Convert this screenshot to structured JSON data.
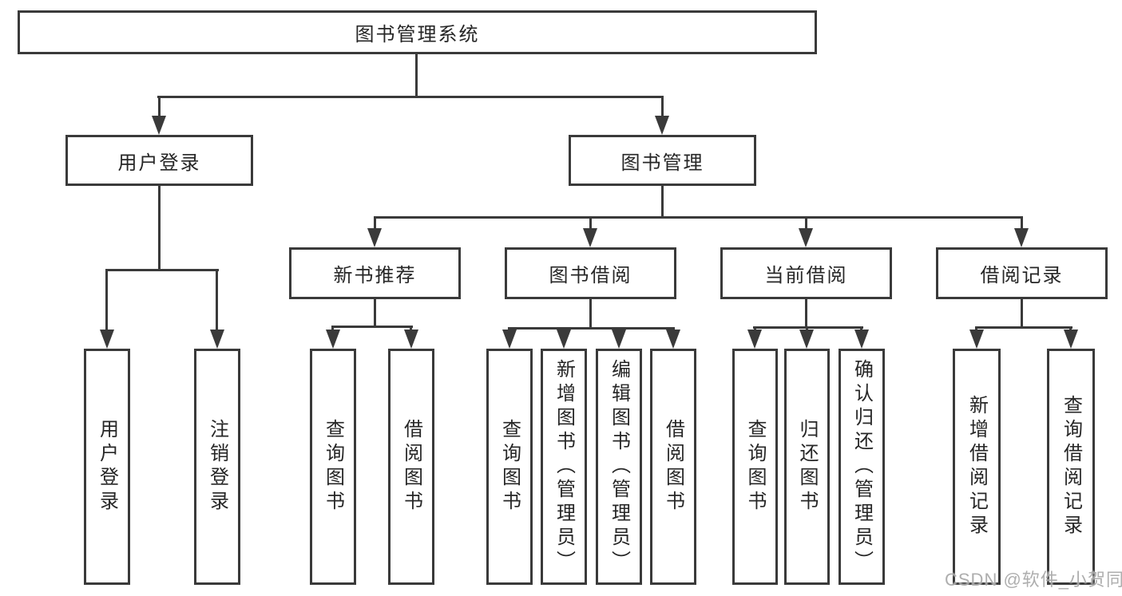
{
  "tree": {
    "root": {
      "label": "图书管理系统"
    },
    "branches": [
      {
        "label": "用户登录",
        "children": [
          {
            "label": "用户登录"
          },
          {
            "label": "注销登录"
          }
        ]
      },
      {
        "label": "图书管理",
        "children": [
          {
            "label": "新书推荐",
            "children": [
              {
                "label": "查询图书"
              },
              {
                "label": "借阅图书"
              }
            ]
          },
          {
            "label": "图书借阅",
            "children": [
              {
                "label": "查询图书"
              },
              {
                "label": "新增图书（管理员）"
              },
              {
                "label": "编辑图书（管理员）"
              },
              {
                "label": "借阅图书"
              }
            ]
          },
          {
            "label": "当前借阅",
            "children": [
              {
                "label": "查询图书"
              },
              {
                "label": "归还图书"
              },
              {
                "label": "确认归还（管理员）"
              }
            ]
          },
          {
            "label": "借阅记录",
            "children": [
              {
                "label": "新增借阅记录"
              },
              {
                "label": "查询借阅记录"
              }
            ]
          }
        ]
      }
    ]
  },
  "watermark": "CSDN @软件_小贺同学",
  "colors": {
    "line": "#3a3a3a",
    "text": "#262626",
    "background": "#ffffff",
    "watermark": "#a0a0a0"
  }
}
